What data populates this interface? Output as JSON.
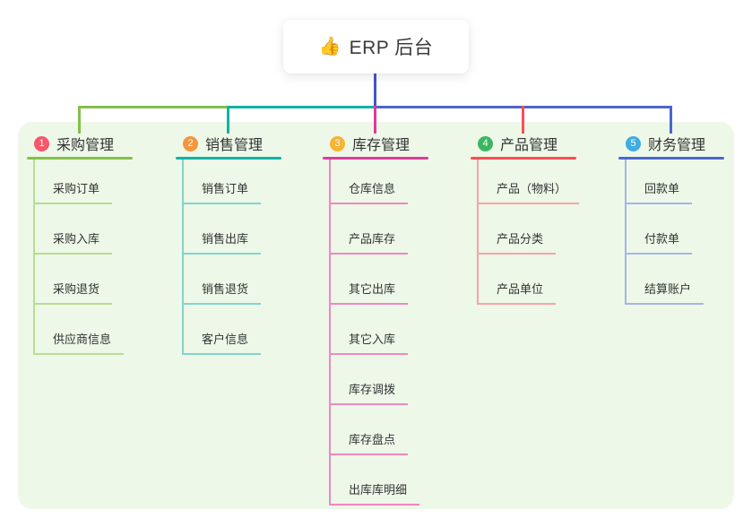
{
  "root": {
    "icon": "👍",
    "title": "ERP 后台"
  },
  "colors": {
    "canvas_bg": "#ffffff",
    "panel_bg": "#edf8e8",
    "root_line": "#4355c8",
    "text": "#333333"
  },
  "branches": [
    {
      "number": "1",
      "label": "采购管理",
      "badge_color": "#f8566a",
      "line_color": "#85bf4b",
      "light_color": "#b9dc92",
      "children": [
        "采购订单",
        "采购入库",
        "采购退货",
        "供应商信息"
      ]
    },
    {
      "number": "2",
      "label": "销售管理",
      "badge_color": "#f8943e",
      "line_color": "#0fb3a5",
      "light_color": "#82d5cb",
      "children": [
        "销售订单",
        "销售出库",
        "销售退货",
        "客户信息"
      ]
    },
    {
      "number": "3",
      "label": "库存管理",
      "badge_color": "#f8b335",
      "line_color": "#df3a9c",
      "light_color": "#f287c0",
      "children": [
        "仓库信息",
        "产品库存",
        "其它出库",
        "其它入库",
        "库存调拨",
        "库存盘点",
        "出库库明细"
      ]
    },
    {
      "number": "4",
      "label": "产品管理",
      "badge_color": "#3bb763",
      "line_color": "#fb4d55",
      "light_color": "#f9a3a7",
      "children": [
        "产品（物料）",
        "产品分类",
        "产品单位"
      ]
    },
    {
      "number": "5",
      "label": "财务管理",
      "badge_color": "#3fade0",
      "line_color": "#4a67d0",
      "light_color": "#a6b6e8",
      "children": [
        "回款单",
        "付款单",
        "结算账户"
      ]
    }
  ]
}
